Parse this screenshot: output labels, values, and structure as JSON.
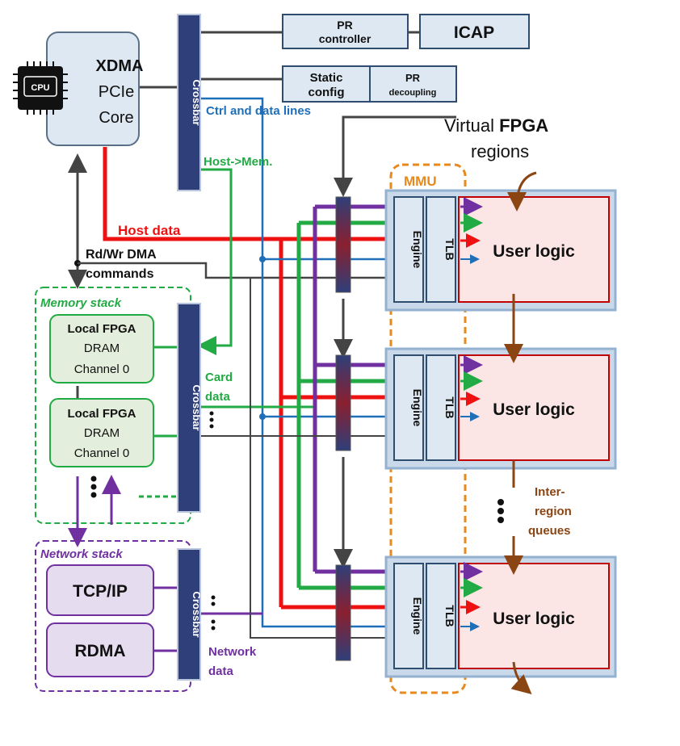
{
  "cpu": {
    "label": "CPU"
  },
  "xdma": {
    "line1": "XDMA",
    "line2": "PCIe",
    "line3": "Core"
  },
  "crossbar": {
    "label": "Crossbar"
  },
  "pr_controller": {
    "line1": "PR",
    "line2": "controller"
  },
  "icap": {
    "label": "ICAP"
  },
  "static_config": {
    "line1": "Static",
    "line2": "config"
  },
  "pr_decoupling": {
    "line1": "PR",
    "line2": "decoupling"
  },
  "annotations": {
    "ctrl_lines": "Ctrl and data lines",
    "host_mem": "Host->Mem.",
    "host_data": "Host data",
    "rdwr_dma_1": "Rd/Wr DMA",
    "rdwr_dma_2": "commands",
    "card_data_1": "Card",
    "card_data_2": "data",
    "network_data_1": "Network",
    "network_data_2": "data",
    "vfpga_1": "Virtual ",
    "vfpga_bold": "FPGA",
    "vfpga_2": "regions",
    "inter_1": "Inter-",
    "inter_2": "region",
    "inter_3": "queues"
  },
  "mmu": {
    "label": "MMU"
  },
  "memory_stack": {
    "title": "Memory stack",
    "channels": [
      {
        "line1": "Local FPGA",
        "line2": "DRAM",
        "line3": "Channel 0"
      },
      {
        "line1": "Local FPGA",
        "line2": "DRAM",
        "line3": "Channel 0"
      }
    ]
  },
  "network_stack": {
    "title": "Network stack",
    "tcp": "TCP/IP",
    "rdma": "RDMA"
  },
  "regions": [
    {
      "engine": "Engine",
      "tlb": "TLB",
      "user": "User logic"
    },
    {
      "engine": "Engine",
      "tlb": "TLB",
      "user": "User logic"
    },
    {
      "engine": "Engine",
      "tlb": "TLB",
      "user": "User logic"
    }
  ],
  "colors": {
    "host_data": "#ee1111",
    "host_mem": "#22aa44",
    "ctrl": "#1f6fb8",
    "network": "#7030a0",
    "crossbar": "#2e3f7a",
    "queue": "#8b4513",
    "mmu": "#e8891e"
  }
}
